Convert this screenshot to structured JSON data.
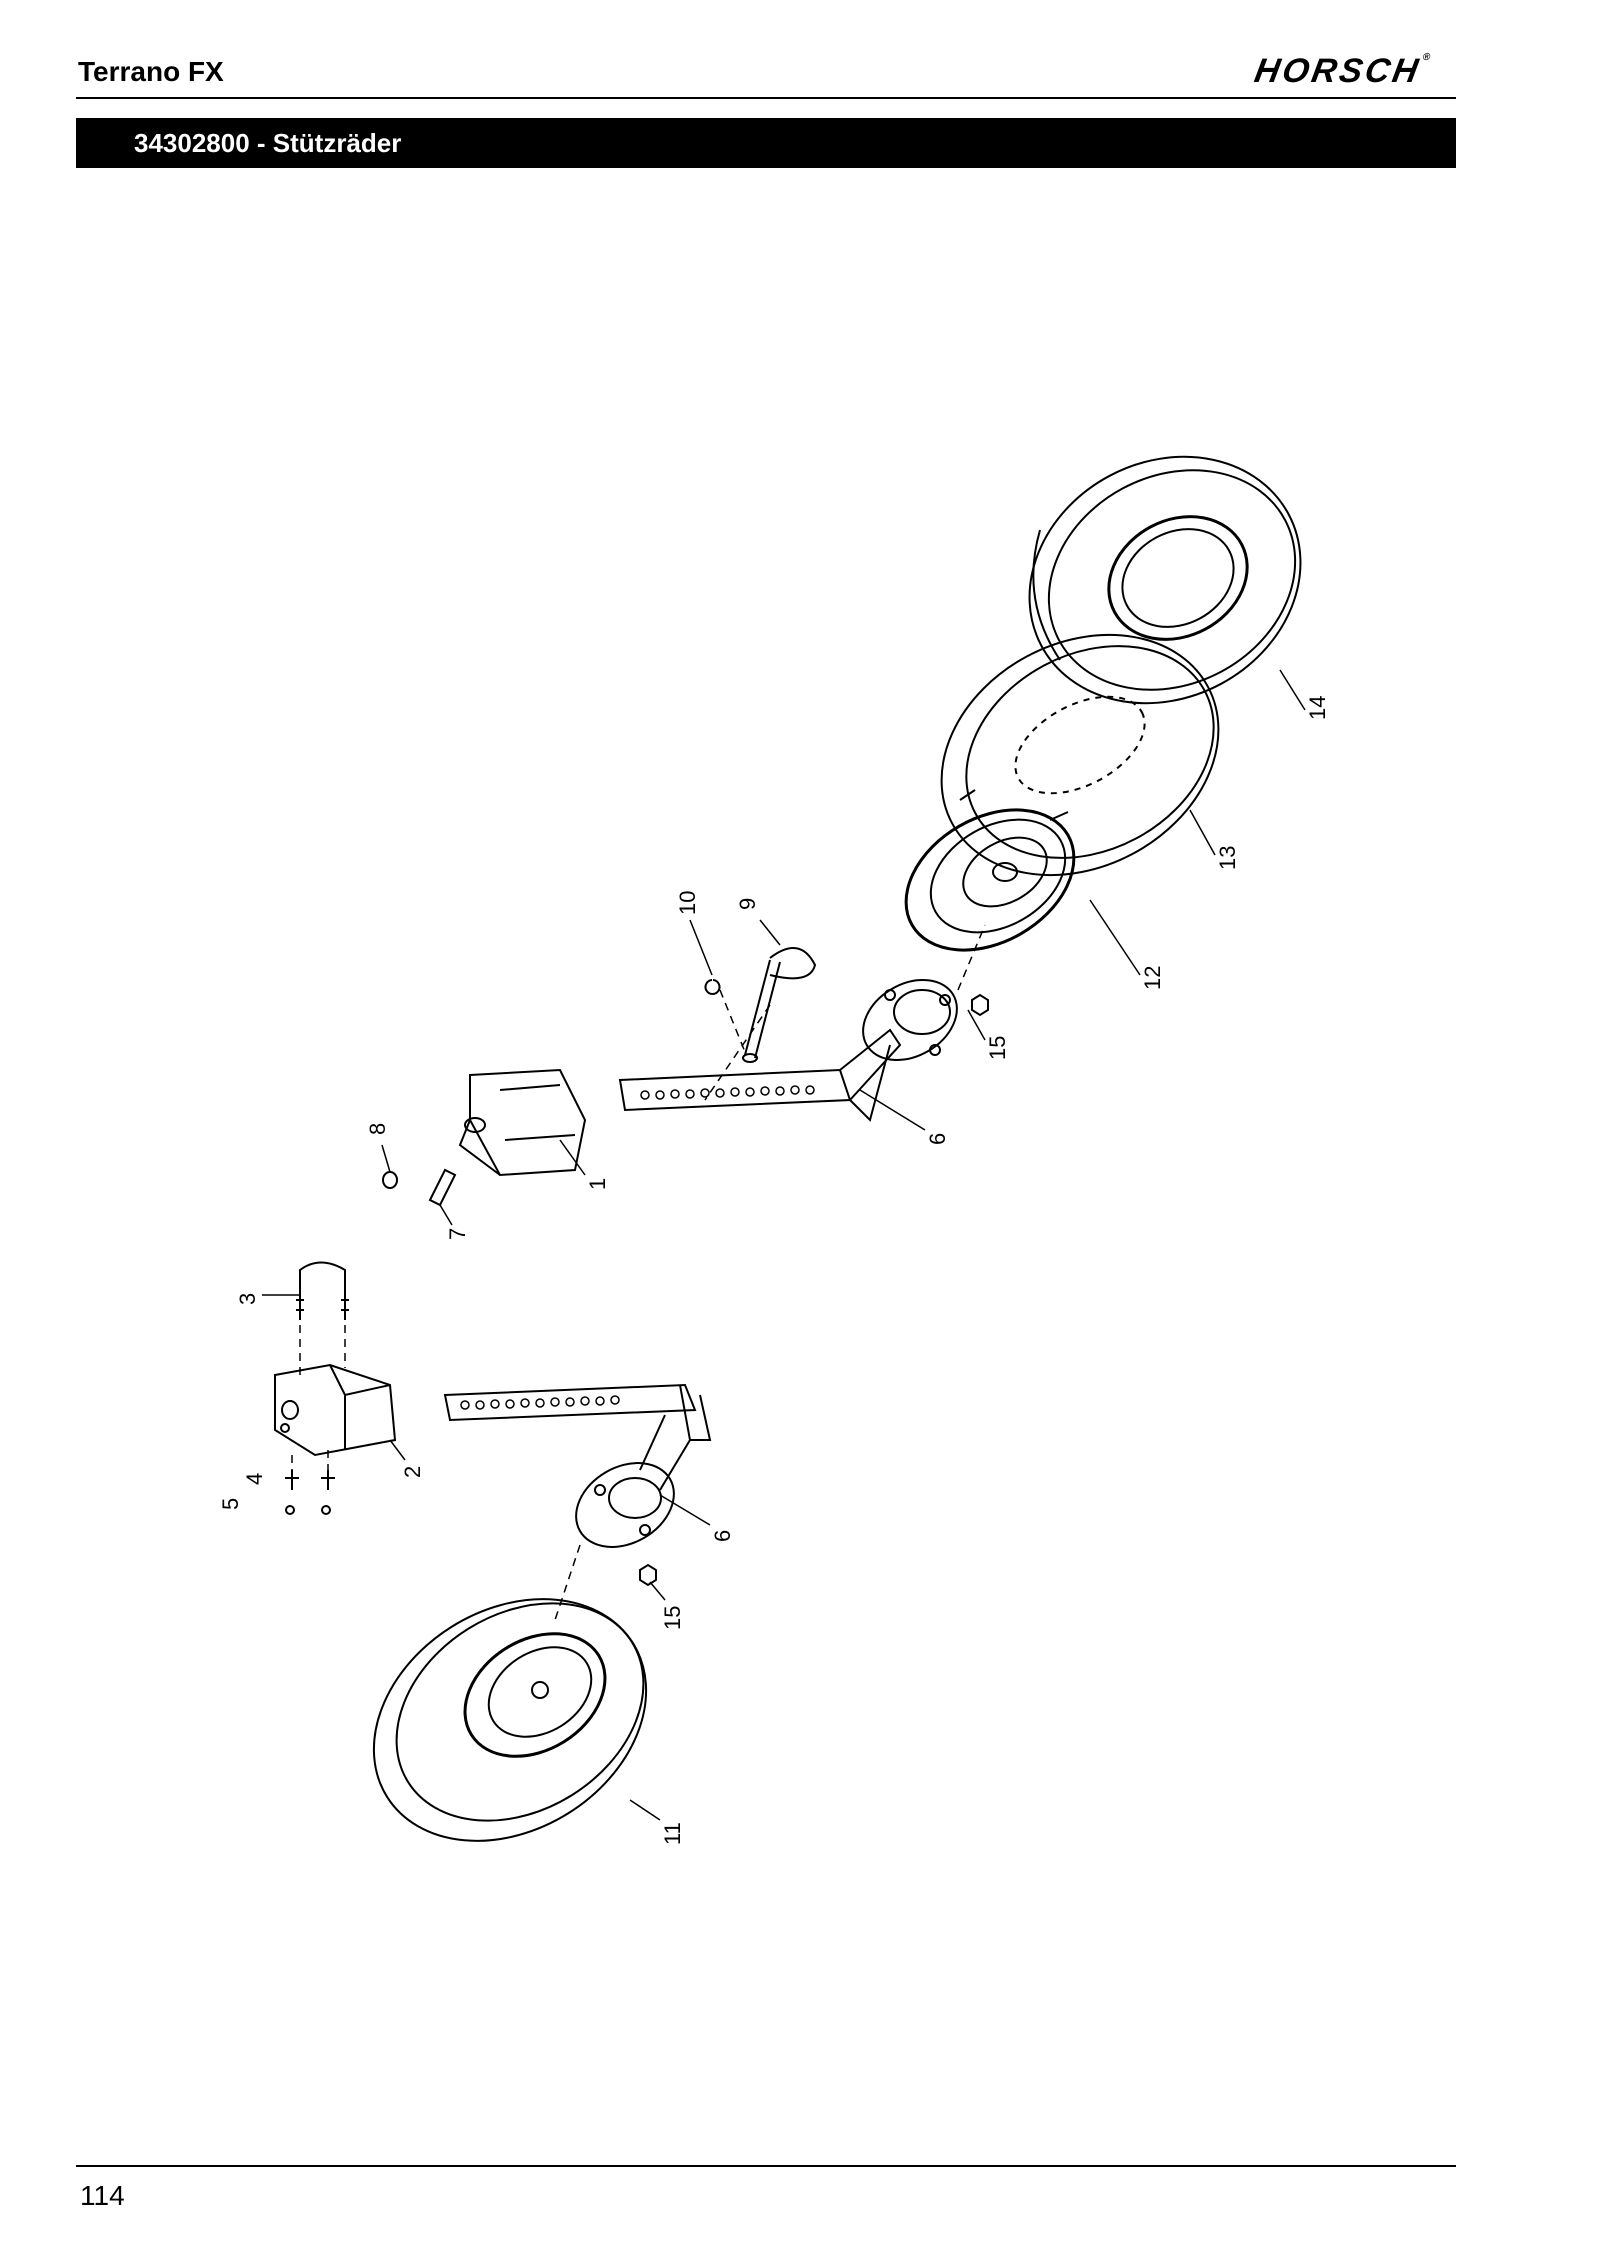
{
  "header": {
    "title": "Terrano FX",
    "brand": "HORSCH"
  },
  "section": {
    "title": "34302800  -  Stützräder"
  },
  "callouts": {
    "c1": "1",
    "c2": "2",
    "c3": "3",
    "c4": "4",
    "c5": "5",
    "c6a": "6",
    "c6b": "6",
    "c7": "7",
    "c8": "8",
    "c9": "9",
    "c10": "10",
    "c11": "11",
    "c12": "12",
    "c13": "13",
    "c14": "14",
    "c15a": "15",
    "c15b": "15"
  },
  "footer": {
    "page_number": "114"
  }
}
